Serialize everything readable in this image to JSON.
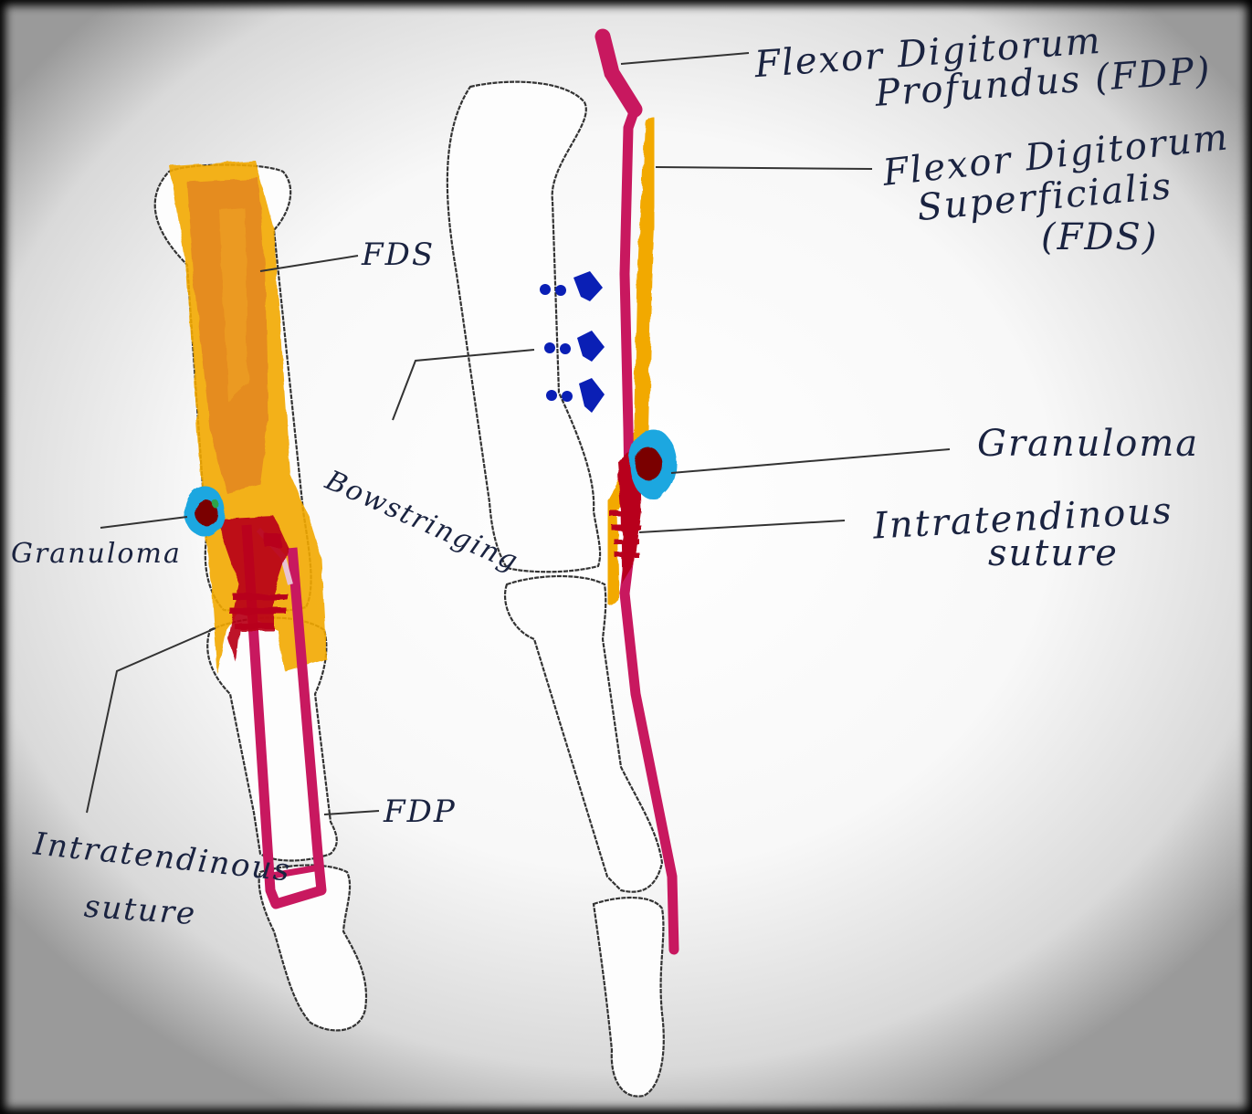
{
  "labels": {
    "fdp_full_line1": "Flexor Digitorum",
    "fdp_full_line2": "Profundus (FDP)",
    "fds_full_line1": "Flexor Digitorum",
    "fds_full_line2": "Superficialis",
    "fds_full_line3": "(FDS)",
    "granuloma_right": "Granuloma",
    "suture_right_line1": "Intratendinous",
    "suture_right_line2": "suture",
    "bowstringing": "Bowstringing",
    "fds_short": "FDS",
    "granuloma_left": "Granuloma",
    "fdp_short": "FDP",
    "suture_left_line1": "Intratendinous",
    "suture_left_line2": "suture"
  },
  "colors": {
    "fds_tendon": "#f2a900",
    "fds_tendon_dark": "#d9781a",
    "fdp_tendon": "#c8185f",
    "suture": "#b8001a",
    "granuloma_halo": "#1aa7e0",
    "granuloma_core": "#7a0000",
    "bowstring_arrows": "#0a1fb5",
    "ink": "#1a2340"
  }
}
